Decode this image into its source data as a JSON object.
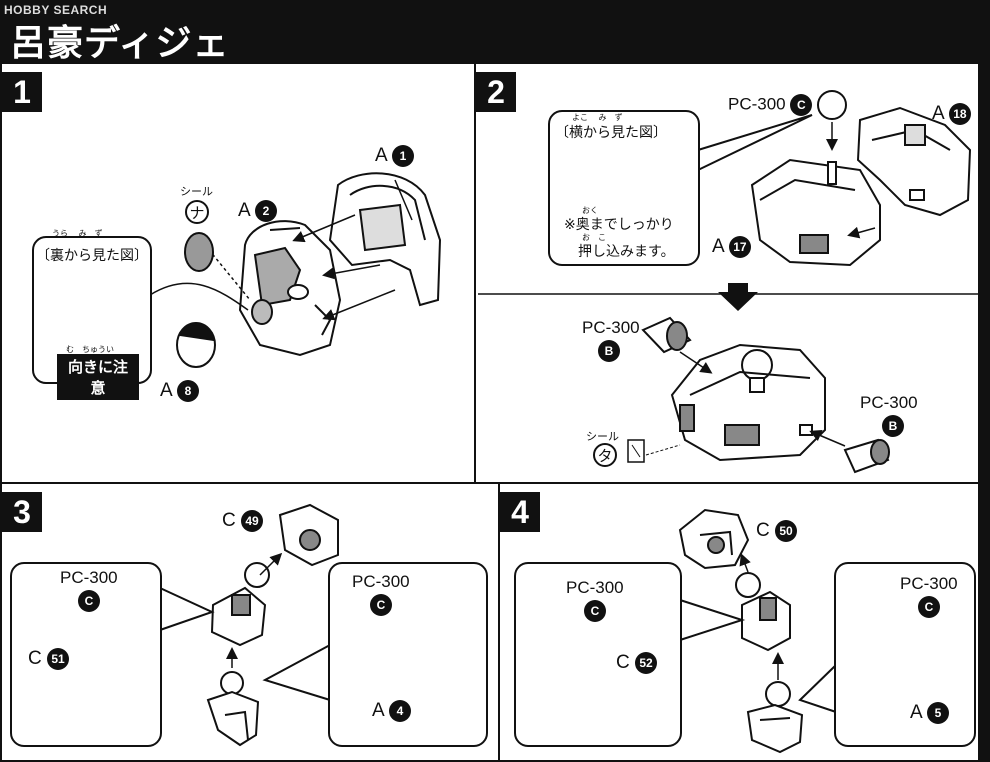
{
  "header": {
    "watermark": "HOBBY SEARCH",
    "title": "呂豪ディジェ"
  },
  "steps": {
    "s1": {
      "number": "1",
      "part_a1": "A",
      "part_a1_num": "1",
      "part_a2": "A",
      "part_a2_num": "2",
      "part_a8": "A",
      "part_a8_num": "8",
      "seal_label": "シール",
      "seal_char": "ナ",
      "view_title": "〔裏から見た図〕",
      "view_ruby": "うら　 み　ず",
      "caution": "向きに注意",
      "caution_ruby": "む　ちゅうい"
    },
    "s2": {
      "number": "2",
      "pc_c": "PC-300",
      "pc_c_badge": "C",
      "part_a18": "A",
      "part_a18_num": "18",
      "part_a17": "A",
      "part_a17_num": "17",
      "view_title": "〔横から見た図〕",
      "view_ruby": "よこ　 み　ず",
      "note_line1": "※奥までしっかり",
      "note_line2": "押し込みます。",
      "note_ruby1": "おく",
      "note_ruby2": "お　こ",
      "pc_b1": "PC-300",
      "pc_b1_badge": "B",
      "pc_b2": "PC-300",
      "pc_b2_badge": "B",
      "seal_label": "シール",
      "seal_char": "タ"
    },
    "s3": {
      "number": "3",
      "part_c49": "C",
      "part_c49_num": "49",
      "pc_left": "PC-300",
      "pc_left_badge": "C",
      "part_c51": "C",
      "part_c51_num": "51",
      "pc_right": "PC-300",
      "pc_right_badge": "C",
      "part_a4": "A",
      "part_a4_num": "4"
    },
    "s4": {
      "number": "4",
      "part_c50": "C",
      "part_c50_num": "50",
      "pc_left": "PC-300",
      "pc_left_badge": "C",
      "part_c52": "C",
      "part_c52_num": "52",
      "pc_right": "PC-300",
      "pc_right_badge": "C",
      "part_a5": "A",
      "part_a5_num": "5"
    }
  }
}
